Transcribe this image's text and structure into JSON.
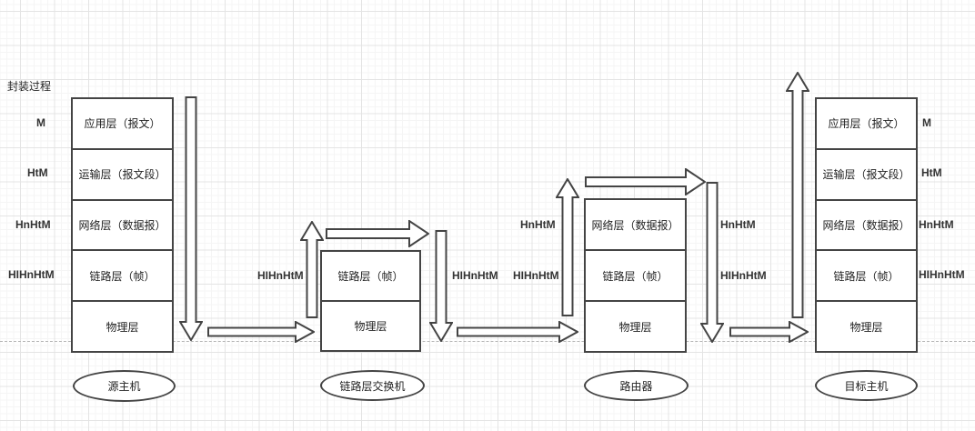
{
  "title": "封装过程",
  "palette": {
    "stroke": "#444444",
    "text": "#222222",
    "label_text": "#333333",
    "dashed_line": "#b5b5b5",
    "grid_major": "#e4e4e4",
    "grid_minor": "#f5f5f5",
    "background": "#ffffff"
  },
  "encap_labels_left": [
    "M",
    "HtM",
    "HnHtM",
    "HIHnHtM"
  ],
  "decap_labels_right": [
    "M",
    "HtM",
    "HnHtM",
    "HIHnHtM"
  ],
  "stacks": {
    "source": {
      "caption": "源主机",
      "layers": [
        "应用层（报文）",
        "运输层（报文段）",
        "网络层（数据报）",
        "链路层（帧）",
        "物理层"
      ]
    },
    "switch": {
      "caption": "链路层交换机",
      "layers": [
        "链路层（帧）",
        "物理层"
      ]
    },
    "router": {
      "caption": "路由器",
      "layers": [
        "网络层（数据报）",
        "链路层（帧）",
        "物理层"
      ]
    },
    "destination": {
      "caption": "目标主机",
      "layers": [
        "应用层（报文）",
        "运输层（报文段）",
        "网络层（数据报）",
        "链路层（帧）",
        "物理层"
      ]
    }
  },
  "flow_labels": {
    "source_to_switch": "HIHnHtM",
    "switch_output": "HIHnHtM",
    "router_input_network": "HnHtM",
    "router_input_link": "HIHnHtM",
    "router_output_network": "HnHtM",
    "router_output_link": "HIHnHtM"
  }
}
